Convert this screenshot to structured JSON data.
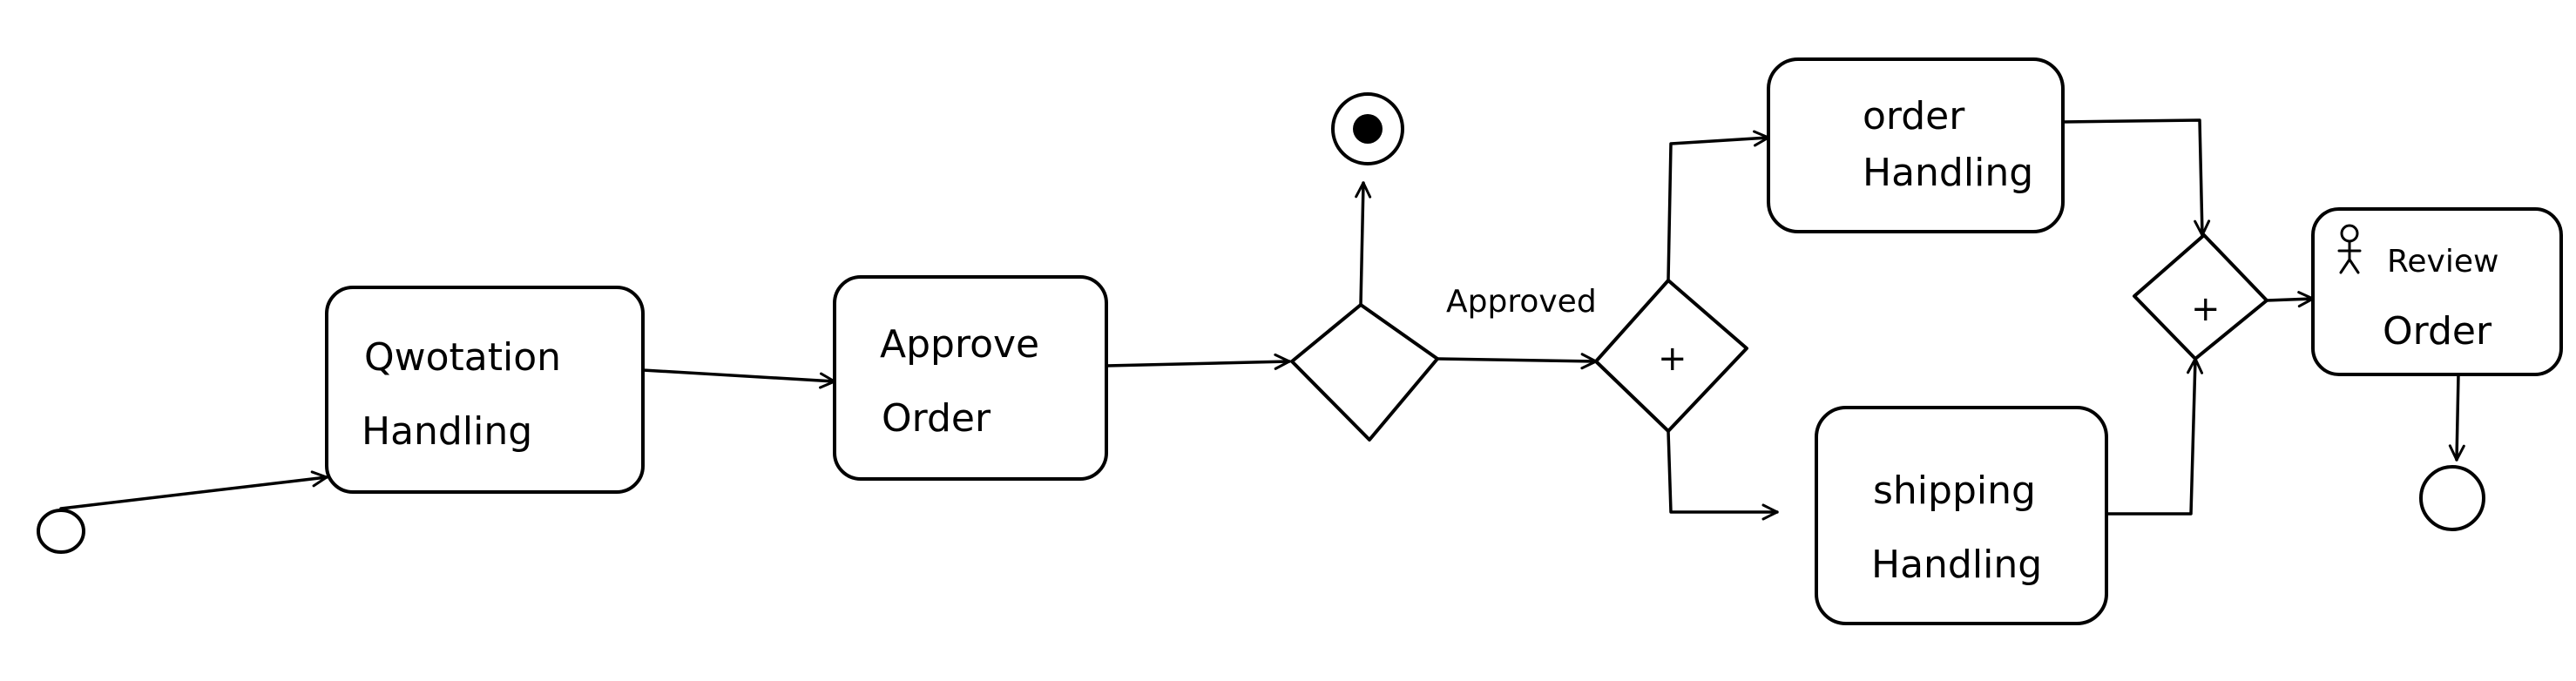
{
  "diagram": {
    "colors": {
      "stroke": "#000000",
      "fill": "#ffffff"
    },
    "nodes": {
      "start": {
        "type": "start-event"
      },
      "quotation": {
        "type": "task",
        "lines": [
          "Qwotation",
          "Handling"
        ]
      },
      "approve": {
        "type": "task",
        "lines": [
          "Approve",
          "Order"
        ]
      },
      "xor_gateway": {
        "type": "exclusive-gateway"
      },
      "end_top": {
        "type": "end-event"
      },
      "split": {
        "type": "parallel-gateway",
        "symbol": "+"
      },
      "order_handling": {
        "type": "task",
        "lines": [
          "order",
          "Handling"
        ]
      },
      "shipping_handling": {
        "type": "task",
        "lines": [
          "shipping",
          "Handling"
        ]
      },
      "join": {
        "type": "parallel-gateway",
        "symbol": "+"
      },
      "review": {
        "type": "user-task",
        "icon": "person-icon",
        "lines": [
          "Review",
          "Order"
        ]
      },
      "end_bottom": {
        "type": "end-event"
      }
    },
    "edges": {
      "approved_label": "Approved"
    }
  }
}
